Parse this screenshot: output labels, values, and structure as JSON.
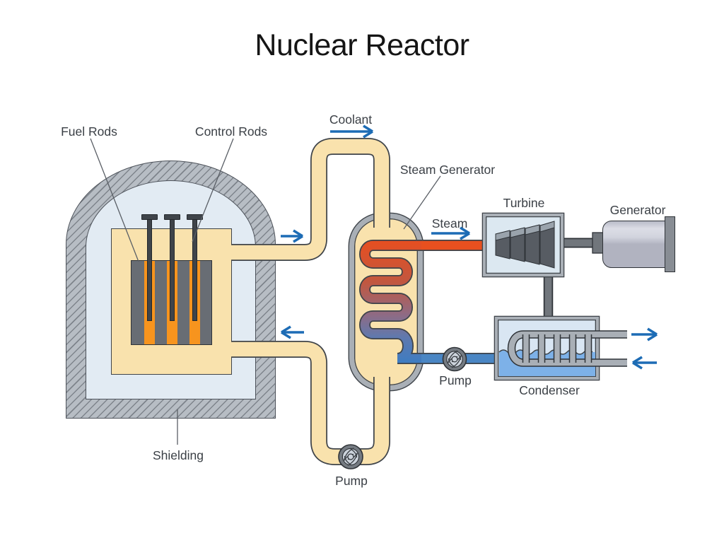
{
  "title": "Nuclear Reactor",
  "labels": {
    "fuel_rods": "Fuel Rods",
    "control_rods": "Control Rods",
    "coolant": "Coolant",
    "steam_generator": "Steam Generator",
    "steam": "Steam",
    "turbine": "Turbine",
    "generator": "Generator",
    "pump_primary": "Pump",
    "pump_condenser": "Pump",
    "condenser": "Condenser",
    "shielding": "Shielding"
  },
  "icons": {
    "pump": "impeller-in-circle",
    "flow_arrow": "open-head blue arrow",
    "turbine_blades": "four trapezoid blades",
    "heat_exchanger": "serpentine coil hot-to-cold gradient"
  },
  "colors": {
    "background": "#ffffff",
    "title_text": "#151515",
    "label_text": "#3a3f45",
    "pipe_coolant": "#f9e2ad",
    "pipe_outline": "#3f444a",
    "steam_pipe": "#e8501f",
    "condensate_pipe": "#4a86c4",
    "arrow_blue": "#1d6cb5",
    "shielding_gray": "#b7bdc4",
    "containment_blue": "#e2ebf3",
    "core_gray": "#686d74",
    "fuel_orange": "#f7941e",
    "control_rod": "#3f444a",
    "water_blue": "#7db1e8",
    "metal_gray": "#a9afb6",
    "machine_gray": "#c3c5d1",
    "coil_hot": "#e84e1f",
    "coil_cold": "#3f7cc1"
  }
}
